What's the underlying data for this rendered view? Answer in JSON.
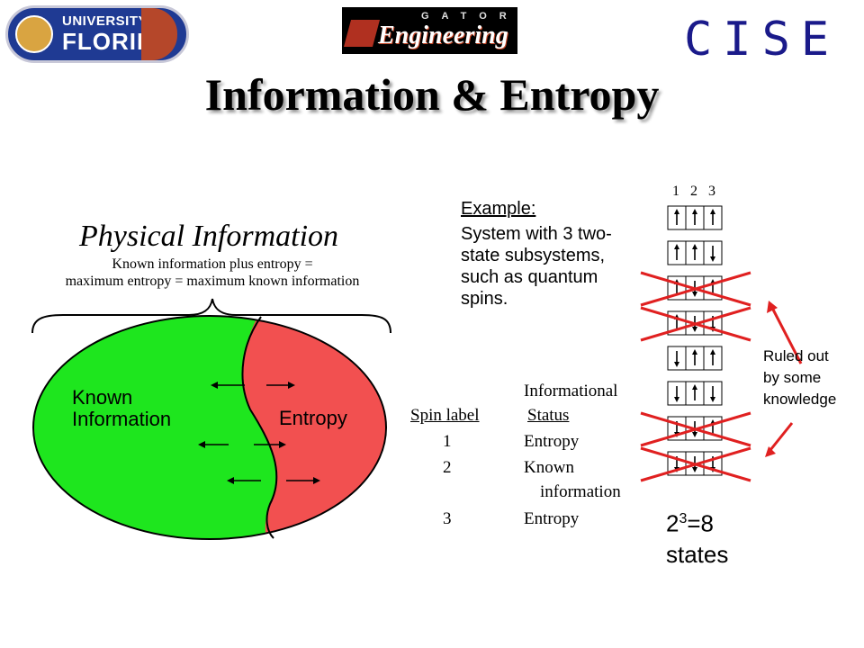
{
  "header": {
    "uf_line1": "UNIVERSITY OF",
    "uf_line2": "FLORIDA",
    "gator_label": "GATOR",
    "engineering_label": "Engineering",
    "cise_label": "CISE"
  },
  "title": "Information & Entropy",
  "physical_info": {
    "title": "Physical Information",
    "subtitle_line1": "Known information plus entropy =",
    "subtitle_line2": "maximum entropy = maximum known information",
    "known_line1": "Known",
    "known_line2": "Information",
    "entropy_label": "Entropy"
  },
  "example": {
    "label": "Example:",
    "line1": "System with 3 two-",
    "line2": "state subsystems,",
    "line3": "such as quantum",
    "line4": "spins."
  },
  "table": {
    "col1_header": "Spin label",
    "col2_header_line1": "Informational",
    "col2_header_line2": "Status",
    "rows": [
      {
        "label": "1",
        "status": "Entropy"
      },
      {
        "label": "2",
        "status": "Known",
        "status_line2": "information"
      },
      {
        "label": "3",
        "status": "Entropy"
      }
    ]
  },
  "spins": {
    "column_labels": [
      "1",
      "2",
      "3"
    ],
    "states": [
      {
        "spins": [
          "up",
          "up",
          "up"
        ],
        "ruled_out": false
      },
      {
        "spins": [
          "up",
          "up",
          "down"
        ],
        "ruled_out": false
      },
      {
        "spins": [
          "up",
          "down",
          "up"
        ],
        "ruled_out": true
      },
      {
        "spins": [
          "up",
          "down",
          "down"
        ],
        "ruled_out": true
      },
      {
        "spins": [
          "down",
          "up",
          "up"
        ],
        "ruled_out": false
      },
      {
        "spins": [
          "down",
          "up",
          "down"
        ],
        "ruled_out": false
      },
      {
        "spins": [
          "down",
          "down",
          "up"
        ],
        "ruled_out": true
      },
      {
        "spins": [
          "down",
          "down",
          "down"
        ],
        "ruled_out": true
      }
    ],
    "count_base": "2",
    "count_exp": "3",
    "count_rest": "=8",
    "count_word": "states"
  },
  "ruled_out": {
    "line1": "Ruled out",
    "line2": "by some",
    "line3": "knowledge"
  },
  "colors": {
    "known": "#1ee61e",
    "entropy": "#f25050",
    "cross": "#e02020"
  }
}
